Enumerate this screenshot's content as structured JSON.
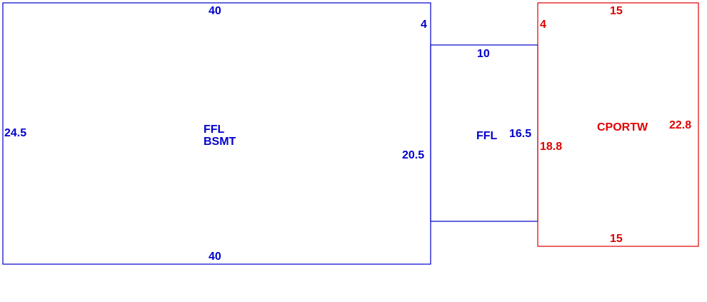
{
  "colors": {
    "main": "#0000cc",
    "carport": "#e00000"
  },
  "areas": {
    "main": {
      "label_line1": "FFL",
      "label_line2": "BSMT"
    },
    "wing": {
      "label": "FFL"
    },
    "carport": {
      "label": "CPORTW"
    }
  },
  "dimensions": {
    "main_top": "40",
    "main_bottom": "40",
    "main_left": "24.5",
    "main_right": "20.5",
    "main_step": "4",
    "wing_top": "10",
    "wing_right": "16.5",
    "carport_top": "15",
    "carport_bottom": "15",
    "carport_left": "18.8",
    "carport_right": "22.8",
    "carport_step": "4"
  }
}
